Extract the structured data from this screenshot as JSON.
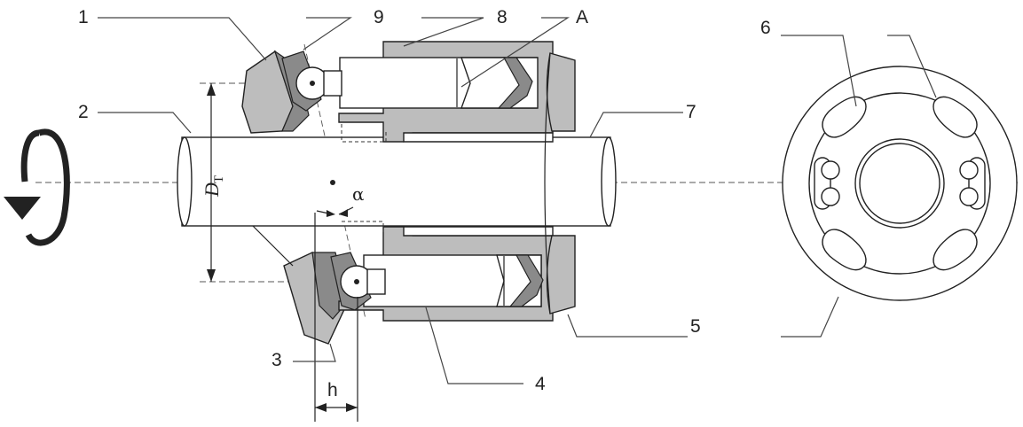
{
  "labels": {
    "l1": "1",
    "l2": "2",
    "l3": "3",
    "l4": "4",
    "l5": "5",
    "l6": "6",
    "l7": "7",
    "l8": "8",
    "l9": "9",
    "lA": "A",
    "alpha": "α",
    "h": "h",
    "dt_main": "D",
    "dt_sub": "T"
  },
  "icons": {
    "rotation": "rotation-arrow-icon"
  },
  "colors": {
    "ink": "#222222",
    "metal": "#bdbdbd",
    "shadow": "#8a8a8a"
  }
}
